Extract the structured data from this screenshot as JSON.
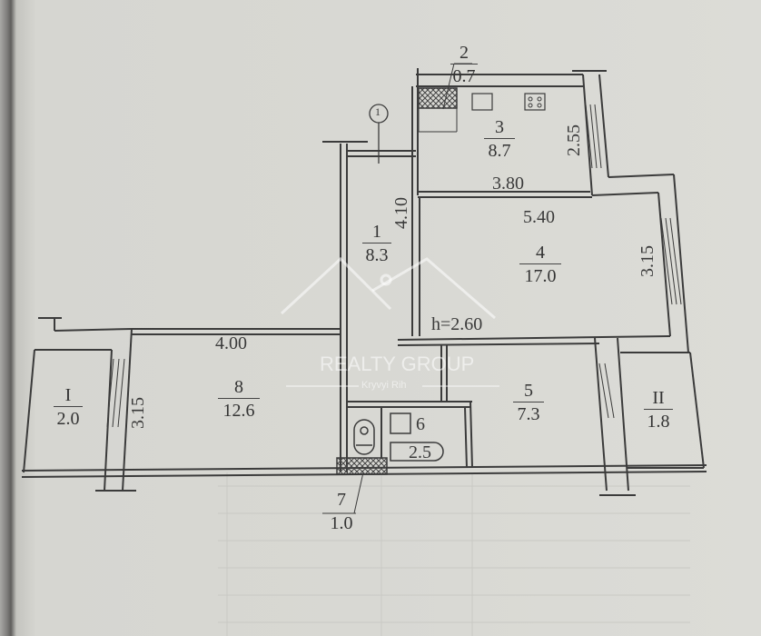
{
  "plan": {
    "ceiling_height": "h=2.60",
    "callout_marker": "1",
    "rooms": [
      {
        "id": "1",
        "area": "8.3"
      },
      {
        "id": "2",
        "area": "0.7"
      },
      {
        "id": "3",
        "area": "8.7"
      },
      {
        "id": "4",
        "area": "17.0"
      },
      {
        "id": "5",
        "area": "7.3"
      },
      {
        "id": "6",
        "area": "2.5"
      },
      {
        "id": "7",
        "area": "1.0"
      },
      {
        "id": "8",
        "area": "12.6"
      },
      {
        "id": "I",
        "area": "2.0"
      },
      {
        "id": "II",
        "area": "1.8"
      }
    ],
    "dimensions": {
      "kitchen_depth": "2.55",
      "kitchen_width": "3.80",
      "hall_length": "4.10",
      "living_width": "5.40",
      "living_depth": "3.15",
      "bedroom_width": "4.00",
      "bedroom_depth": "3.15"
    }
  },
  "watermark": {
    "brand": "REALTY GROUP",
    "city": "Kryvyi Rih"
  },
  "colors": {
    "paper": "#d9d9d4",
    "ink": "#3a3a3a",
    "watermark": "#ffffff"
  }
}
